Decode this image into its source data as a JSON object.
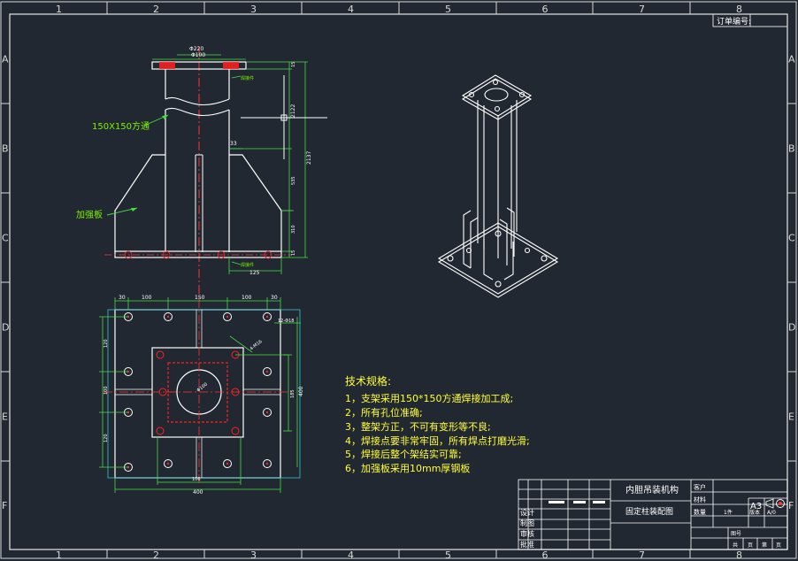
{
  "colors": {
    "background": "#222831",
    "frame": "#d8d8d8",
    "outline": "#ffffff",
    "dimension": "#44dd44",
    "centerline": "#ff3333",
    "hatch": "#ff2020",
    "hidden": "#ff2020",
    "cyan": "#35c6d0",
    "annotation": "#7cf000",
    "note": "#ffff33",
    "titleblock": "#ffffff"
  },
  "frame": {
    "columns": [
      "1",
      "2",
      "3",
      "4",
      "5",
      "6",
      "7",
      "8"
    ],
    "rows": [
      "A",
      "B",
      "C",
      "D",
      "E",
      "F"
    ]
  },
  "order_box": "订单编号:",
  "front_view": {
    "label_tube": "150X150方通",
    "label_rib": "加强板",
    "weld_top": "焊接件",
    "weld_bottom": "焊接件",
    "dim_top_outer": "Φ220",
    "dim_top_inner": "Φ100",
    "dim_15a": "15",
    "dim_2137": "2137",
    "dim_2122": "2122",
    "dim_535": "535",
    "dim_310": "310",
    "dim_15b": "15",
    "dim_33": "33",
    "dim_125": "125"
  },
  "plan_view": {
    "top_dims": [
      "30",
      "100",
      "150",
      "100",
      "30"
    ],
    "bottom_dim_small": "106",
    "bottom_dim_large": "400",
    "left_dims": [
      "120",
      "100",
      "120"
    ],
    "right_dim": "400",
    "right_dim_inner": "185",
    "hole_label": "12-Φ18",
    "bolt_label": "4-M16",
    "center_label": "Φ100"
  },
  "spec": {
    "heading": "技术规格:",
    "lines": [
      "1，支架采用150*150方通焊接加工成;",
      "2，所有孔位准确;",
      "3，整架方正，不可有变形等不良;",
      "4，焊接点要非常牢固，所有焊点打磨光滑;",
      "5，焊接后整个架结实可靠;",
      "6，加强板采用10mm厚钢板"
    ]
  },
  "title_block": {
    "project": "内胆吊装机构",
    "drawing": "固定柱装配图",
    "customer_label": "客户",
    "material_label": "材料",
    "qty_label": "数量",
    "qty_value": "1件",
    "version_label": "版本",
    "version_value": "A/0",
    "drawing_no_label": "图号",
    "size": "A3",
    "roles": [
      "设计",
      "制图",
      "审核",
      "批准"
    ],
    "sheet_cells": [
      "共",
      "页",
      "第",
      "页"
    ]
  }
}
